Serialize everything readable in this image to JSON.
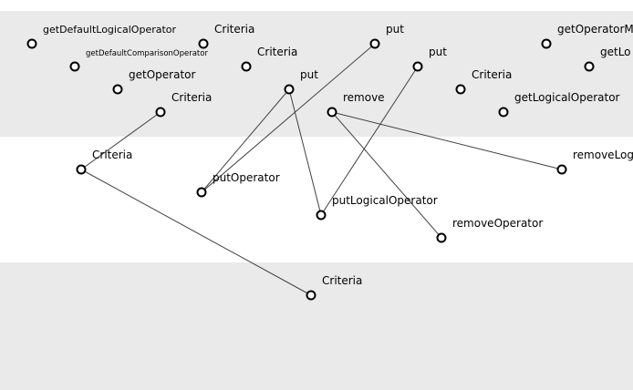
{
  "colors": {
    "band_shaded": "#eaeaea",
    "band_plain": "#ffffff",
    "edge": "#404040",
    "node_stroke": "#000000"
  },
  "nodes": [
    {
      "id": "n1",
      "label": "getDefaultLogicalOperator"
    },
    {
      "id": "n2",
      "label": "Criteria"
    },
    {
      "id": "n3",
      "label": "put"
    },
    {
      "id": "n4",
      "label": "getOperatorM"
    },
    {
      "id": "n5",
      "label": "getDefaultComparisonOperator"
    },
    {
      "id": "n6",
      "label": "Criteria"
    },
    {
      "id": "n7",
      "label": "put"
    },
    {
      "id": "n8",
      "label": "getLo"
    },
    {
      "id": "n9",
      "label": "getOperator"
    },
    {
      "id": "n10",
      "label": "put"
    },
    {
      "id": "n11",
      "label": "Criteria"
    },
    {
      "id": "n12",
      "label": "Criteria"
    },
    {
      "id": "n13",
      "label": "remove"
    },
    {
      "id": "n14",
      "label": "getLogicalOperator"
    },
    {
      "id": "n15",
      "label": "Criteria"
    },
    {
      "id": "n16",
      "label": "removeLog"
    },
    {
      "id": "n17",
      "label": "putOperator"
    },
    {
      "id": "n18",
      "label": "putLogicalOperator"
    },
    {
      "id": "n19",
      "label": "removeOperator"
    },
    {
      "id": "n20",
      "label": "Criteria"
    }
  ],
  "edges": [
    [
      "n12",
      "n15"
    ],
    [
      "n15",
      "n20"
    ],
    [
      "n3",
      "n17"
    ],
    [
      "n10",
      "n17"
    ],
    [
      "n10",
      "n18"
    ],
    [
      "n7",
      "n18"
    ],
    [
      "n13",
      "n16"
    ],
    [
      "n13",
      "n19"
    ]
  ]
}
